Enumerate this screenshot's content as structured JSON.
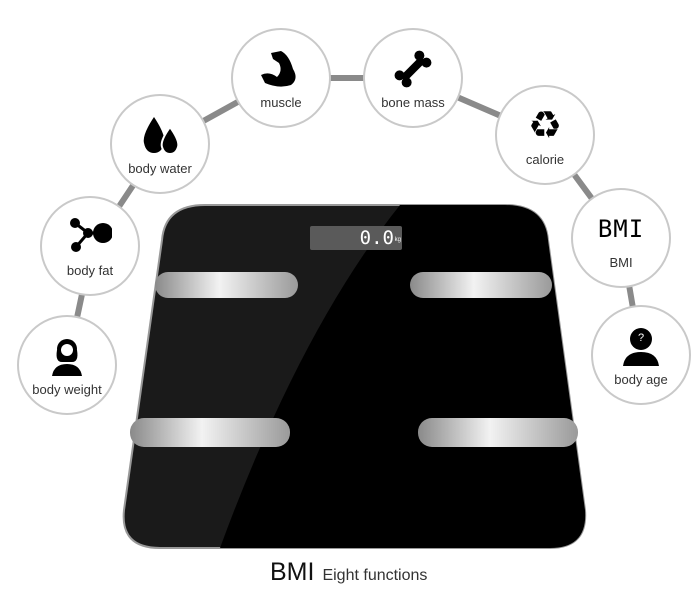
{
  "functions": [
    {
      "label": "body weight",
      "icon": "person-icon"
    },
    {
      "label": "body fat",
      "icon": "molecule-icon"
    },
    {
      "label": "body water",
      "icon": "water-drops-icon"
    },
    {
      "label": "muscle",
      "icon": "flexed-arm-icon"
    },
    {
      "label": "bone mass",
      "icon": "bone-icon"
    },
    {
      "label": "calorie",
      "icon": "recycle-icon"
    },
    {
      "label": "BMI",
      "icon": "bmi-text-icon",
      "icon_text": "BMI"
    },
    {
      "label": "body age",
      "icon": "person-question-icon",
      "icon_text": "?"
    }
  ],
  "scale": {
    "reading": "0.0",
    "unit": "kg"
  },
  "caption": {
    "title": "BMI",
    "subtitle": "Eight functions"
  }
}
